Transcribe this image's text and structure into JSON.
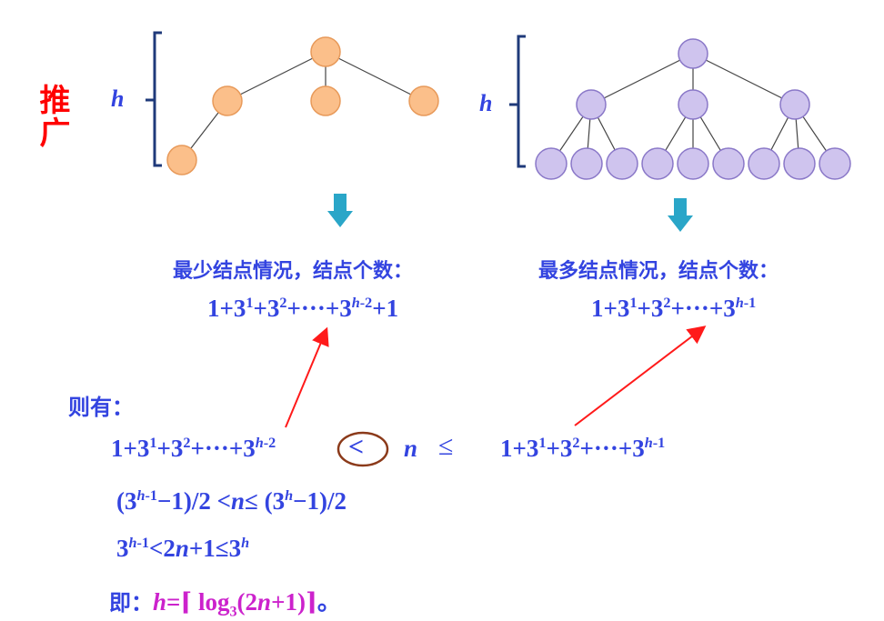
{
  "side_label": "推广",
  "height_label": "h",
  "left_caption": "最少结点情况，结点个数：",
  "right_caption": "最多结点情况，结点个数：",
  "left_formula": "1+3¹+3²+…+3ʰ⁻²+1",
  "right_formula": "1+3¹+3²+…+3ʰ⁻¹",
  "then_label": "则有：",
  "ineq_line1": "1+3¹+3²+…+3ʰ⁻² < n ≤ 1+3¹+3²+…+3ʰ⁻¹",
  "ineq_line2": "(3ʰ⁻¹−1)/2 < n ≤ (3ʰ−1)/2",
  "ineq_line3": "3ʰ⁻¹ < 2n+1 ≤ 3ʰ",
  "conclusion": "即：h=⌈log₃(2n+1)⌉。",
  "colors": {
    "orange_fill": "#fbbf8a",
    "orange_stroke": "#e89a5a",
    "purple_fill": "#cfc4ee",
    "purple_stroke": "#8a78c8",
    "bracket": "#1f3a7a",
    "arrow_down": "#2aa6c8",
    "red_arrow": "#ff1a1a",
    "text_blue": "#3344e0",
    "text_magenta": "#cc22cc",
    "circle_brown": "#8b3a1a"
  }
}
